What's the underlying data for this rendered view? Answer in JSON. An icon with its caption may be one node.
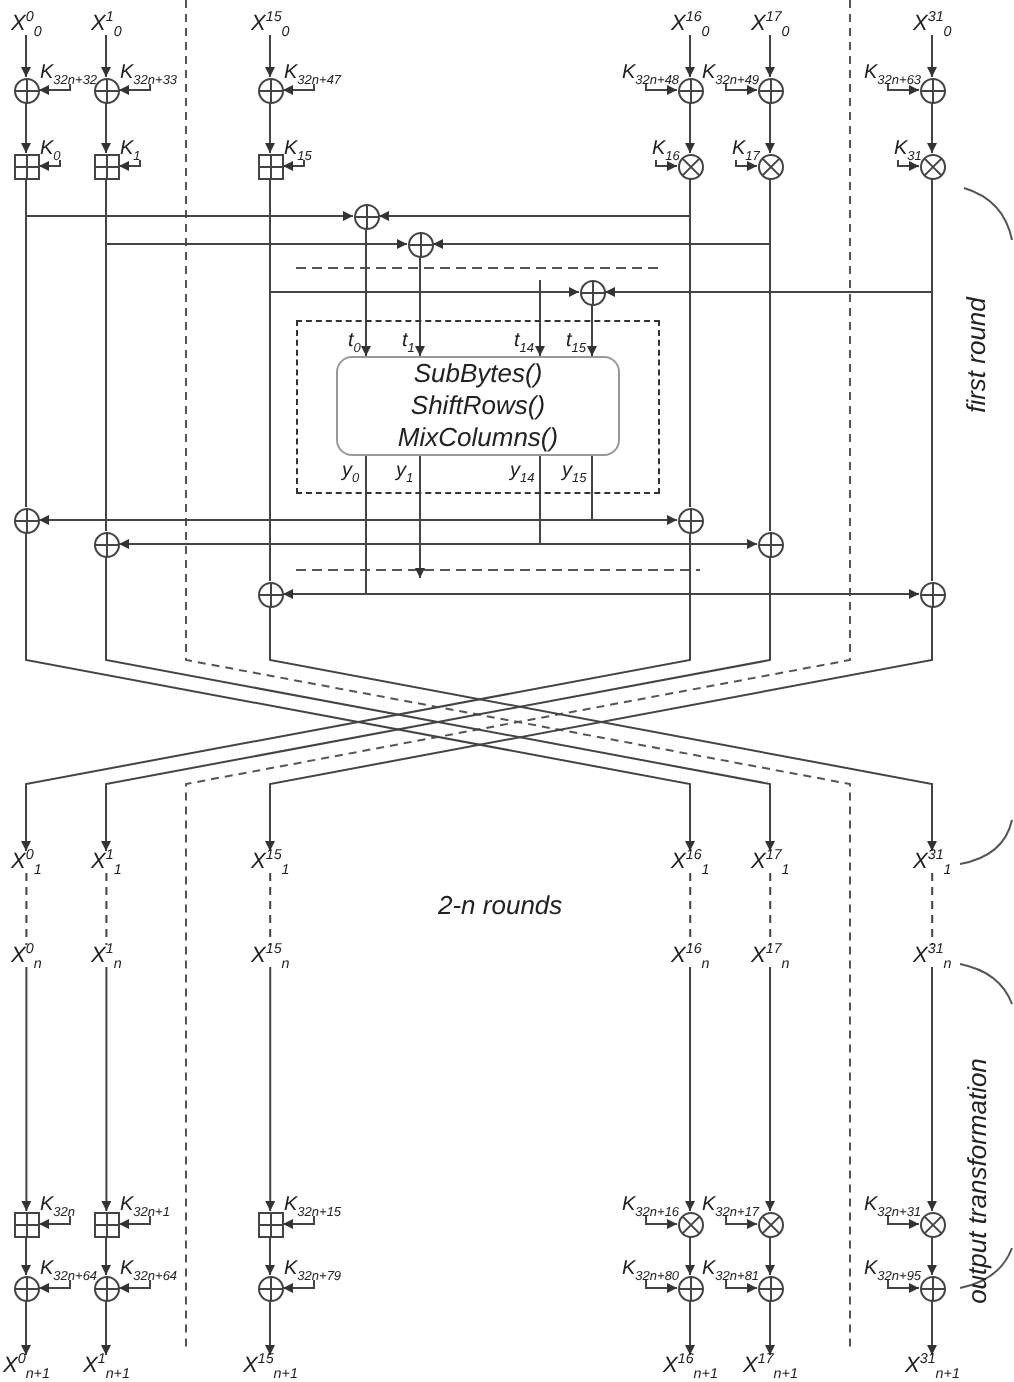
{
  "diagram": {
    "nodes": [
      {
        "text": [
          "X$^{0}$$_{0}$"
        ]
      },
      {
        "text": [
          "X$^{1}$$_{0}$"
        ]
      },
      {
        "text": [
          "X$^{15}$$_{0}$"
        ]
      },
      {
        "text": [
          "X$^{16}$$_{0}$"
        ]
      },
      {
        "text": [
          "X$^{17}$$_{0}$"
        ]
      },
      {
        "text": [
          "X$^{31}$$_{0}$"
        ]
      },
      {
        "text": [
          "K$_{32n+32}$"
        ]
      },
      {
        "text": [
          "K$_{32n+33}$"
        ]
      },
      {
        "text": [
          "K$_{32n+47}$"
        ]
      },
      {
        "text": [
          "K$_{32n+48}$"
        ]
      },
      {
        "text": [
          "K$_{32n+49}$"
        ]
      },
      {
        "text": [
          "K$_{32n+63}$"
        ]
      },
      {
        "text": [],
        "shape": "circle"
      },
      {
        "text": [],
        "shape": "circle"
      },
      {
        "text": [],
        "shape": "circle"
      },
      {
        "text": [],
        "shape": "circle"
      },
      {
        "text": [],
        "shape": "circle"
      },
      {
        "text": [],
        "shape": "circle"
      },
      {
        "text": [
          "K$_{0}$"
        ]
      },
      {
        "text": [
          "K$_{1}$"
        ]
      },
      {
        "text": [
          "K$_{15}$"
        ]
      },
      {
        "text": [
          "K$_{16}$"
        ]
      },
      {
        "text": [
          "K$_{17}$"
        ]
      },
      {
        "text": [
          "K$_{31}$"
        ]
      },
      {
        "text": [],
        "shape": "box"
      },
      {
        "text": [],
        "shape": "box"
      },
      {
        "text": [],
        "shape": "box"
      },
      {
        "text": [],
        "shape": "circle"
      },
      {
        "text": [],
        "shape": "circle"
      },
      {
        "text": [],
        "shape": "circle"
      },
      {
        "text": [],
        "shape": "circle"
      },
      {
        "text": [],
        "shape": "circle"
      },
      {
        "text": [],
        "shape": "circle"
      },
      {
        "text": [],
        "shape": "box"
      },
      {
        "text": [
          "SubBytes()",
          "ShiftRows()",
          "MixColumns()"
        ],
        "in": 33
      },
      {
        "text": [],
        "shape": "circle"
      },
      {
        "text": [],
        "shape": "circle"
      },
      {
        "text": [],
        "shape": "circle"
      },
      {
        "text": [],
        "shape": "circle"
      },
      {
        "text": [],
        "shape": "circle"
      },
      {
        "text": [],
        "shape": "circle"
      },
      {
        "text": [
          "X$^{0}$$_{1}$"
        ]
      },
      {
        "text": [
          "X$^{1}$$_{1}$"
        ]
      },
      {
        "text": [
          "X$^{15}$$_{1}$"
        ]
      },
      {
        "text": [
          "X$^{16}$$_{1}$"
        ]
      },
      {
        "text": [
          "X$^{17}$$_{1}$"
        ]
      },
      {
        "text": [
          "X$^{31}$$_{1}$"
        ]
      },
      {
        "text": [
          "X$^{0}$$_{n}$"
        ]
      },
      {
        "text": [
          "X$^{1}$$_{n}$"
        ]
      },
      {
        "text": [
          "X$^{15}$$_{n}$"
        ]
      },
      {
        "text": [
          "X$^{16}$$_{n}$"
        ]
      },
      {
        "text": [
          "X$^{17}$$_{n}$"
        ]
      },
      {
        "text": [
          "X$^{31}$$_{n}$"
        ]
      },
      {
        "text": [
          "K$_{32n}$"
        ]
      },
      {
        "text": [
          "K$_{32n+1}$"
        ]
      },
      {
        "text": [
          "K$_{32n+15}$"
        ]
      },
      {
        "text": [
          "K$_{32n+16}$"
        ]
      },
      {
        "text": [
          "K$_{32n+17}$"
        ]
      },
      {
        "text": [
          "K$_{32n+31}$"
        ]
      },
      {
        "text": [],
        "shape": "box"
      },
      {
        "text": [],
        "shape": "box"
      },
      {
        "text": [],
        "shape": "box"
      },
      {
        "text": [],
        "shape": "circle"
      },
      {
        "text": [],
        "shape": "circle"
      },
      {
        "text": [],
        "shape": "circle"
      },
      {
        "text": [
          "K$_{32n+64}$"
        ]
      },
      {
        "text": [
          "K$_{32n+64}$"
        ]
      },
      {
        "text": [
          "K$_{32n+79}$"
        ]
      },
      {
        "text": [
          "K$_{32n+80}$"
        ]
      },
      {
        "text": [
          "K$_{32n+81}$"
        ]
      },
      {
        "text": [
          "K$_{32n+95}$"
        ]
      },
      {
        "text": [],
        "shape": "circle"
      },
      {
        "text": [],
        "shape": "circle"
      },
      {
        "text": [],
        "shape": "circle"
      },
      {
        "text": [],
        "shape": "circle"
      },
      {
        "text": [],
        "shape": "circle"
      },
      {
        "text": [],
        "shape": "circle"
      },
      {
        "text": [
          "X$^{0}$$_{n+1}$"
        ]
      },
      {
        "text": [
          "X$^{1}$$_{n+1}$"
        ]
      },
      {
        "text": [
          "X$^{15}$$_{n+1}$"
        ]
      },
      {
        "text": [
          "X$^{16}$$_{n+1}$"
        ]
      },
      {
        "text": [
          "X$^{17}$$_{n+1}$"
        ]
      },
      {
        "text": [
          "X$^{31}$$_{n+1}$"
        ]
      }
    ],
    "edges": [
      {
        "from": 0,
        "to": 12,
        "arrow": "to"
      },
      {
        "from": 1,
        "to": 13,
        "arrow": "to"
      },
      {
        "from": 2,
        "to": 14,
        "arrow": "to"
      },
      {
        "from": 3,
        "to": 15,
        "arrow": "to"
      },
      {
        "from": 4,
        "to": 16,
        "arrow": "to"
      },
      {
        "from": 5,
        "to": 17,
        "arrow": "to"
      },
      {
        "from": 6,
        "to": 12,
        "arrow": "to"
      },
      {
        "from": 7,
        "to": 13,
        "arrow": "to"
      },
      {
        "from": 8,
        "to": 14,
        "arrow": "to"
      },
      {
        "from": 9,
        "to": 15,
        "arrow": "to"
      },
      {
        "from": 10,
        "to": 16,
        "arrow": "to"
      },
      {
        "from": 11,
        "to": 17,
        "arrow": "to"
      },
      {
        "from": 12,
        "to": 24,
        "arrow": "to"
      },
      {
        "from": 13,
        "to": 25,
        "arrow": "to"
      },
      {
        "from": 14,
        "to": 26,
        "arrow": "to"
      },
      {
        "from": 15,
        "to": 27,
        "arrow": "to"
      },
      {
        "from": 16,
        "to": 28,
        "arrow": "to"
      },
      {
        "from": 17,
        "to": 29,
        "arrow": "to"
      },
      {
        "from": 18,
        "to": 24,
        "arrow": "to"
      },
      {
        "from": 19,
        "to": 25,
        "arrow": "to"
      },
      {
        "from": 20,
        "to": 26,
        "arrow": "to"
      },
      {
        "from": 21,
        "to": 27,
        "arrow": "to"
      },
      {
        "from": 22,
        "to": 28,
        "arrow": "to"
      },
      {
        "from": 23,
        "to": 29,
        "arrow": "to"
      },
      {
        "from": 24,
        "to": 30,
        "arrow": "to"
      },
      {
        "from": 27,
        "to": 30,
        "arrow": "to"
      },
      {
        "from": 25,
        "to": 31,
        "arrow": "to"
      },
      {
        "from": 28,
        "to": 31,
        "arrow": "to"
      },
      {
        "from": 26,
        "to": 32,
        "arrow": "to"
      },
      {
        "from": 29,
        "to": 32,
        "arrow": "to"
      },
      {
        "from": 24,
        "to": 35,
        "arrow": "none"
      },
      {
        "from": 27,
        "to": 36,
        "arrow": "none"
      },
      {
        "from": 25,
        "to": 37,
        "arrow": "none"
      },
      {
        "from": 28,
        "to": 38,
        "arrow": "none"
      },
      {
        "from": 26,
        "to": 39,
        "arrow": "none"
      },
      {
        "from": 29,
        "to": 40,
        "arrow": "none"
      },
      {
        "from": 30,
        "to": 34,
        "label": "t$_{0}$",
        "arrow": "to"
      },
      {
        "from": 31,
        "to": 34,
        "label": "t$_{1}$",
        "arrow": "to"
      },
      {
        "from": null,
        "to": 34,
        "label": "t$_{14}$",
        "arrow": "to"
      },
      {
        "from": 32,
        "to": 34,
        "label": "t$_{15}$",
        "arrow": "to"
      },
      {
        "from": 34,
        "to": 36,
        "label": "y$_{15}$",
        "arrow": "to"
      },
      {
        "from": 34,
        "to": 35,
        "arrow": "to"
      },
      {
        "from": 34,
        "to": 38,
        "label": "y$_{14}$",
        "arrow": "to"
      },
      {
        "from": 34,
        "to": 37,
        "arrow": "to"
      },
      {
        "from": 34,
        "to": 39,
        "label": "y$_{0}$",
        "arrow": "to"
      },
      {
        "from": 34,
        "to": 40,
        "arrow": "to"
      },
      {
        "from": 34,
        "to": null,
        "label": "y$_{1}$",
        "arrow": "to"
      },
      {
        "from": 35,
        "to": 44,
        "arrow": "to"
      },
      {
        "from": 37,
        "to": 45,
        "arrow": "to"
      },
      {
        "from": 39,
        "to": 46,
        "arrow": "to"
      },
      {
        "from": 36,
        "to": 41,
        "arrow": "to"
      },
      {
        "from": 38,
        "to": 42,
        "arrow": "to"
      },
      {
        "from": 40,
        "to": 43,
        "arrow": "to"
      },
      {
        "from": 41,
        "to": 47,
        "arrow": "none",
        "style": "dashed"
      },
      {
        "from": 42,
        "to": 48,
        "arrow": "none",
        "style": "dashed"
      },
      {
        "from": 43,
        "to": 49,
        "arrow": "none",
        "style": "dashed"
      },
      {
        "from": 44,
        "to": 50,
        "arrow": "none",
        "style": "dashed"
      },
      {
        "from": 45,
        "to": 51,
        "arrow": "none",
        "style": "dashed"
      },
      {
        "from": 46,
        "to": 52,
        "arrow": "none",
        "style": "dashed"
      },
      {
        "from": 47,
        "to": 59,
        "arrow": "to"
      },
      {
        "from": 48,
        "to": 60,
        "arrow": "to"
      },
      {
        "from": 49,
        "to": 61,
        "arrow": "to"
      },
      {
        "from": 50,
        "to": 62,
        "arrow": "to"
      },
      {
        "from": 51,
        "to": 63,
        "arrow": "to"
      },
      {
        "from": 52,
        "to": 64,
        "arrow": "to"
      },
      {
        "from": 53,
        "to": 59,
        "arrow": "to"
      },
      {
        "from": 54,
        "to": 60,
        "arrow": "to"
      },
      {
        "from": 55,
        "to": 61,
        "arrow": "to"
      },
      {
        "from": 56,
        "to": 62,
        "arrow": "to"
      },
      {
        "from": 57,
        "to": 63,
        "arrow": "to"
      },
      {
        "from": 58,
        "to": 64,
        "arrow": "to"
      },
      {
        "from": 59,
        "to": 71,
        "arrow": "to"
      },
      {
        "from": 60,
        "to": 72,
        "arrow": "to"
      },
      {
        "from": 61,
        "to": 73,
        "arrow": "to"
      },
      {
        "from": 62,
        "to": 74,
        "arrow": "to"
      },
      {
        "from": 63,
        "to": 75,
        "arrow": "to"
      },
      {
        "from": 64,
        "to": 76,
        "arrow": "to"
      },
      {
        "from": 65,
        "to": 71,
        "arrow": "to"
      },
      {
        "from": 66,
        "to": 72,
        "arrow": "to"
      },
      {
        "from": 67,
        "to": 73,
        "arrow": "to"
      },
      {
        "from": 68,
        "to": 74,
        "arrow": "to"
      },
      {
        "from": 69,
        "to": 75,
        "arrow": "to"
      },
      {
        "from": 70,
        "to": 76,
        "arrow": "to"
      },
      {
        "from": 71,
        "to": 77,
        "arrow": "to"
      },
      {
        "from": 72,
        "to": 78,
        "arrow": "to"
      },
      {
        "from": 73,
        "to": 79,
        "arrow": "to"
      },
      {
        "from": 74,
        "to": 80,
        "arrow": "to"
      },
      {
        "from": 75,
        "to": 81,
        "arrow": "to"
      },
      {
        "from": 76,
        "to": 82,
        "arrow": "to"
      }
    ],
    "labels": [
      "first round",
      "2-n rounds",
      "output transformation"
    ]
  }
}
